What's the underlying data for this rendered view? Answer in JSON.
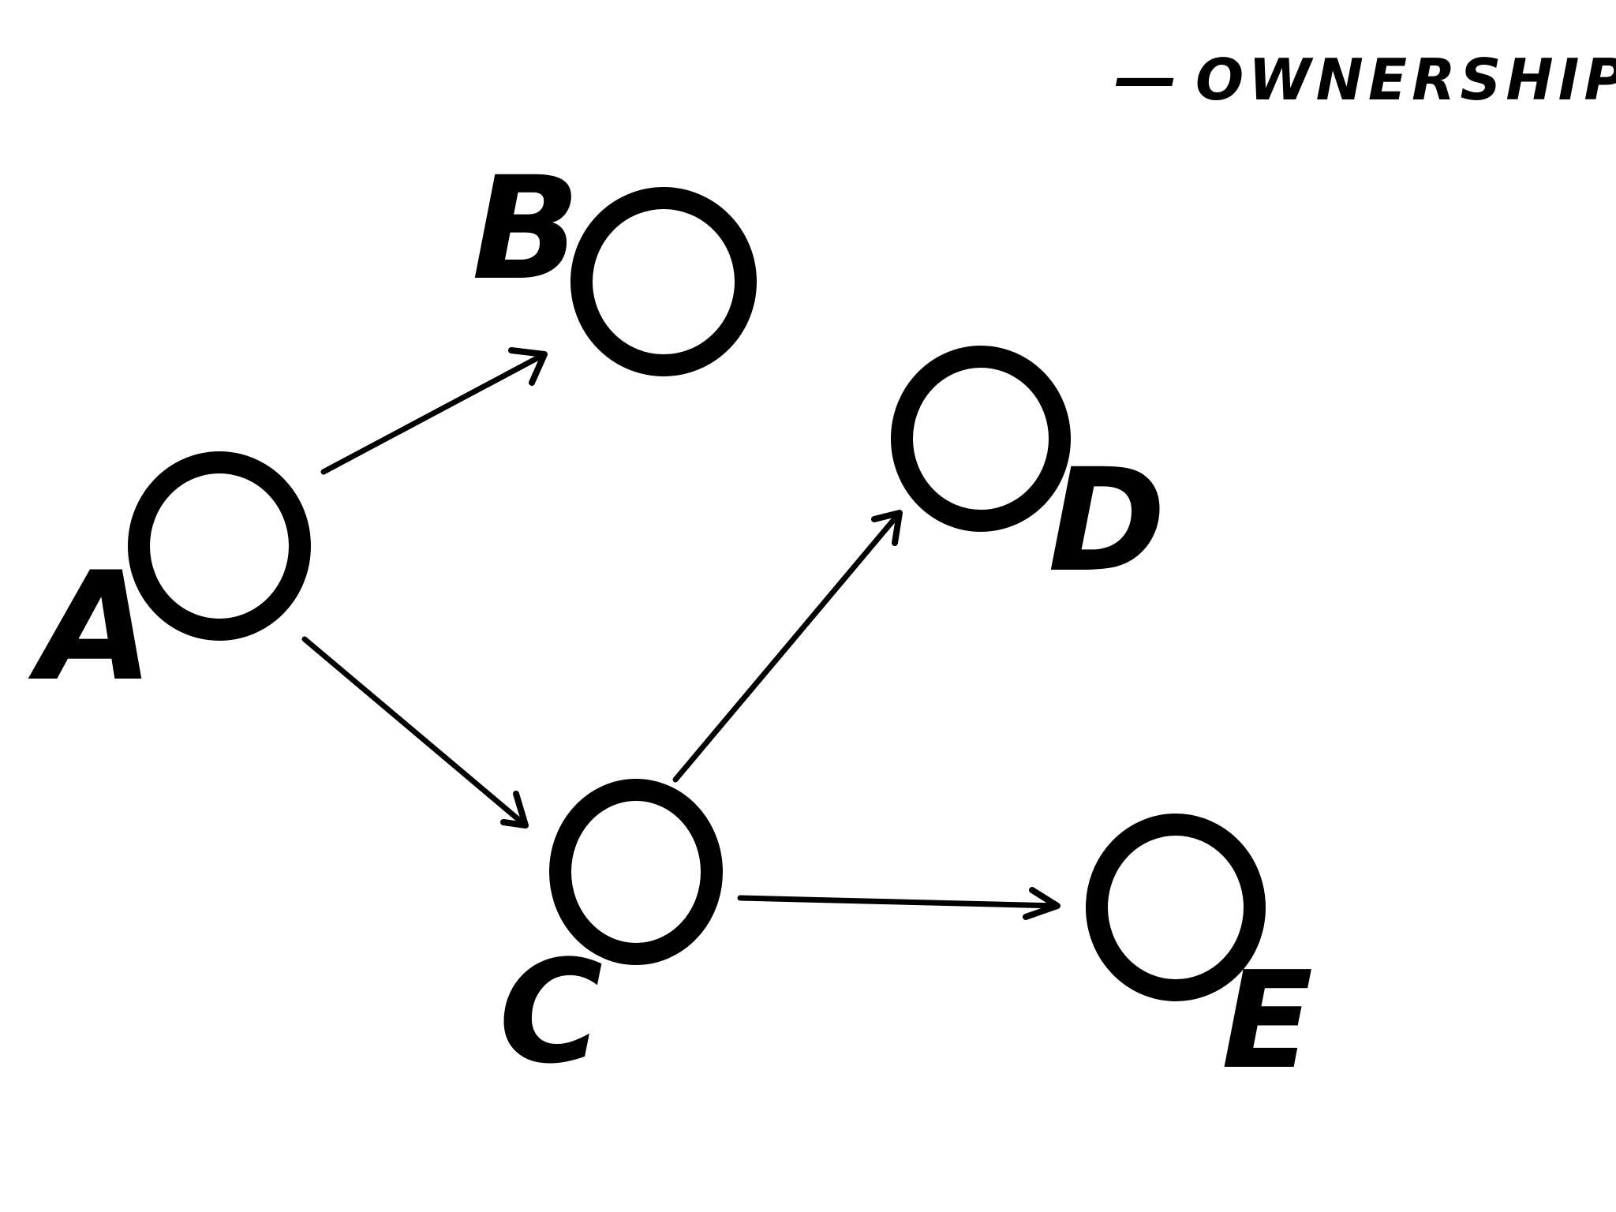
{
  "legend": {
    "dash": "—",
    "label": "OWNERSHIP"
  },
  "nodes": [
    {
      "id": "A",
      "label": "A"
    },
    {
      "id": "B",
      "label": "B"
    },
    {
      "id": "C",
      "label": "C"
    },
    {
      "id": "D",
      "label": "D"
    },
    {
      "id": "E",
      "label": "E"
    }
  ],
  "edges": [
    {
      "from": "A",
      "to": "B"
    },
    {
      "from": "A",
      "to": "C"
    },
    {
      "from": "C",
      "to": "D"
    },
    {
      "from": "C",
      "to": "E"
    }
  ],
  "colors": {
    "ink": "#000000",
    "background": "#ffffff"
  }
}
